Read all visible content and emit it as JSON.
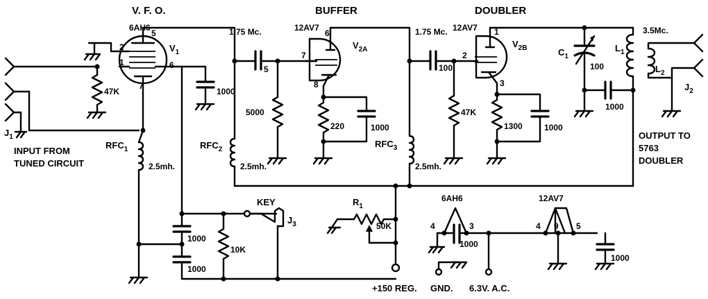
{
  "stages": {
    "vfo": "V. F. O.",
    "buffer": "BUFFER",
    "doubler": "DOUBLER"
  },
  "tubes": {
    "v1": {
      "type": "6AH6",
      "ref": "V",
      "sub": "1",
      "pins": [
        "5",
        "2",
        "1",
        "6",
        "7"
      ]
    },
    "v2a": {
      "type": "12AV7",
      "ref": "V",
      "sub": "2A",
      "pins": [
        "6",
        "7",
        "8"
      ]
    },
    "v2b": {
      "type": "12AV7",
      "ref": "V",
      "sub": "2B",
      "pins": [
        "1",
        "2",
        "3"
      ]
    }
  },
  "frequencies": {
    "f1": "1.75 Mc.",
    "f2": "1.75 Mc.",
    "f3": "3.5Mc."
  },
  "components": {
    "c_coup1": "5",
    "c_coup2": "100",
    "r_grid1": "47K",
    "c_scr1": "1000",
    "r_grid2a": "5000",
    "r_cath2a": "220",
    "c_cath2a": "1000",
    "r_grid2b": "47K",
    "r_cath2b": "1300",
    "c_cath2b": "1000",
    "c1_ref": "C",
    "c1_sub": "1",
    "c1_val": "100",
    "c_out": "1000",
    "l1_ref": "L",
    "l1_sub": "1",
    "l2_ref": "L",
    "l2_sub": "2",
    "rfc1_ref": "RFC",
    "rfc1_sub": "1",
    "rfc1_val": "2.5mh.",
    "rfc2_ref": "RFC",
    "rfc2_sub": "2",
    "rfc2_val": "2.5mh.",
    "rfc3_ref": "RFC",
    "rfc3_sub": "3",
    "rfc3_val": "2.5mh.",
    "c_key1": "1000",
    "c_key2": "1000",
    "r_key": "10K",
    "r1_ref": "R",
    "r1_sub": "1",
    "r1_val": "50K",
    "c_heat1": "1000",
    "c_heat2": "1000"
  },
  "jacks": {
    "j1_ref": "J",
    "j1_sub": "1",
    "j2_ref": "J",
    "j2_sub": "2",
    "j3_ref": "J",
    "j3_sub": "3"
  },
  "labels": {
    "key": "KEY",
    "input_l1": "INPUT FROM",
    "input_l2": "TUNED CIRCUIT",
    "output_l1": "OUTPUT TO",
    "output_l2": "5763",
    "output_l3": "DOUBLER",
    "supply": "+150 REG.",
    "gnd": "GND.",
    "vac": "6.3V. A.C."
  },
  "heaters": {
    "tube_a": "6AH6",
    "a_pin_l": "4",
    "a_pin_r": "3",
    "tube_b": "12AV7",
    "b_pin_l": "4",
    "b_pin_m": "9",
    "b_pin_r": "5"
  }
}
